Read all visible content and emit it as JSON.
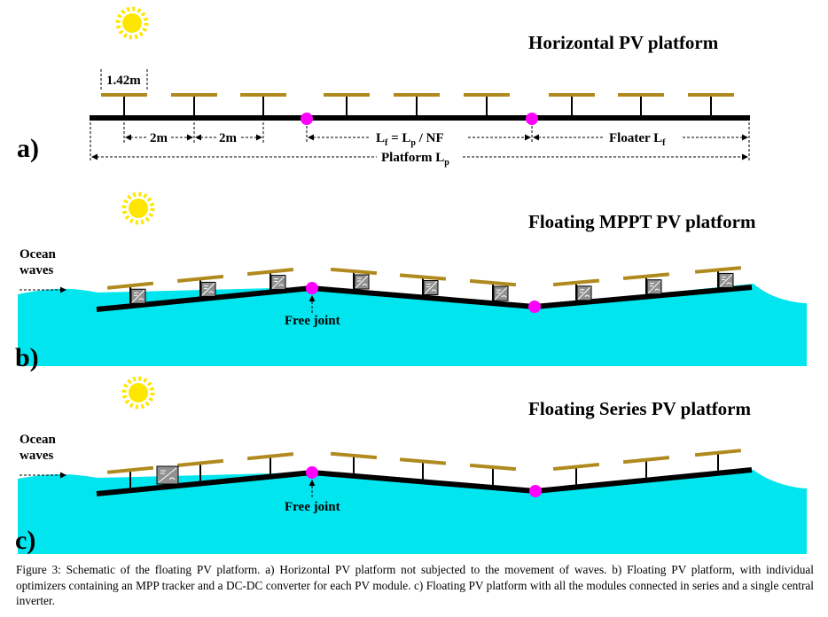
{
  "colors": {
    "water": "#00e5ee",
    "bar": "#000000",
    "panel": "#b08a1e",
    "joint": "#ff00ff",
    "sun": "#ffe600"
  },
  "panel_a": {
    "letter": "a)",
    "title": "Horizontal PV platform",
    "module_width": "1.42m",
    "spacing_1": "2m",
    "spacing_2": "2m",
    "floater_formula": [
      "L",
      "f",
      " = L",
      "p",
      " / NF"
    ],
    "floater_label": [
      "Floater L",
      "f"
    ],
    "platform_label": [
      "Platform L",
      "p"
    ]
  },
  "panel_b": {
    "letter": "b)",
    "title": "Floating MPPT PV platform",
    "ocean_line1": "Ocean",
    "ocean_line2": "waves",
    "joint_label": "Free joint"
  },
  "panel_c": {
    "letter": "c)",
    "title": "Floating Series PV platform",
    "ocean_line1": "Ocean",
    "ocean_line2": "waves",
    "joint_label": "Free joint"
  },
  "caption": "Figure 3: Schematic of the floating PV platform. a) Horizontal PV platform not subjected to the movement of waves. b) Floating PV platform, with individual optimizers containing an MPP tracker and a DC-DC converter for each PV module. c) Floating PV platform with all the modules connected in series and a single central inverter."
}
